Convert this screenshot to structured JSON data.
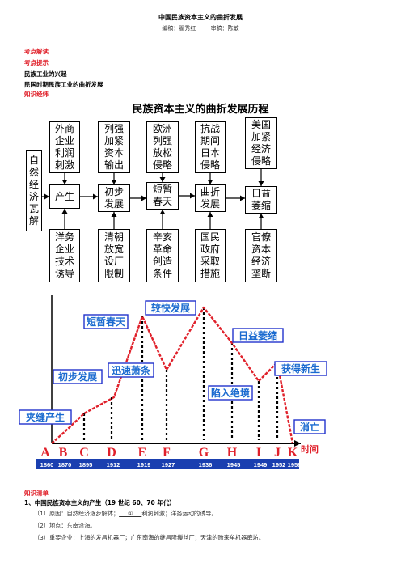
{
  "header": {
    "title": "中国民族资本主义的曲折发展",
    "editor": "编稿：翟秀红",
    "reviewer": "审稿：陈敏"
  },
  "labels": {
    "kaodian_jiedu": "考点解读",
    "kaodian_tishi": "考点提示",
    "topic_1": "民族工业的兴起",
    "topic_2": "民国时期民族工业的曲折发展",
    "zhishi_jingwei": "知识经纬"
  },
  "flowchart": {
    "title": "民族资本主义的曲折发展历程",
    "left_box": [
      "自",
      "然",
      "经",
      "济",
      "瓦",
      "解"
    ],
    "top_boxes": [
      [
        "外商",
        "企业",
        "利润",
        "刺激"
      ],
      [
        "列强",
        "加紧",
        "资本",
        "输出"
      ],
      [
        "欧洲",
        "列强",
        "放松",
        "侵略"
      ],
      [
        "抗战",
        "期间",
        "日本",
        "侵略"
      ],
      [
        "美国",
        "加紧",
        "经济",
        "侵略"
      ]
    ],
    "middle_boxes": [
      [
        "产生"
      ],
      [
        "初步",
        "发展"
      ],
      [
        "短暂",
        "春天"
      ],
      [
        "曲折",
        "发展"
      ],
      [
        "日益",
        "萎缩"
      ]
    ],
    "bottom_boxes": [
      [
        "洋务",
        "企业",
        "技术",
        "诱导"
      ],
      [
        "清朝",
        "放宽",
        "设厂",
        "限制"
      ],
      [
        "辛亥",
        "革命",
        "创造",
        "条件"
      ],
      [
        "国民",
        "政府",
        "采取",
        "措施"
      ],
      [
        "官僚",
        "资本",
        "经济",
        "垄断"
      ]
    ]
  },
  "chart_data": {
    "type": "line",
    "xlabel": "时间",
    "letters": [
      "A",
      "B",
      "C",
      "D",
      "E",
      "F",
      "G",
      "H",
      "I",
      "J",
      "K"
    ],
    "years": [
      "1860",
      "1870",
      "1895",
      "1912",
      "1919",
      "1927",
      "1936",
      "1945",
      "1949",
      "1952",
      "1956"
    ],
    "stages": [
      "夹缝产生",
      "初步发展",
      "迅速萧条",
      "短暂春天",
      "较快发展",
      "日益萎缩",
      "陷入绝境",
      "获得新生",
      "消亡"
    ],
    "line_color": "#e0202a",
    "label_color": "#1b6bd0",
    "timeline_color": "#1a3fb0"
  },
  "summary": {
    "title": "知识清单",
    "section_1": "1、中国民族资本主义的产生（19 世纪 60、70 年代）",
    "items": [
      {
        "prefix": "（1）原因：自然经济逐步解体；",
        "blank": "___①___",
        "suffix": "利润刺激；洋务运动的诱导。"
      },
      {
        "prefix": "（2）地点：东南沿海。",
        "blank": "",
        "suffix": ""
      },
      {
        "prefix": "（3）重要企业：上海的发昌机器厂；广东南海的继昌隆缫丝厂；天津的贻来牟机器磨坊。",
        "blank": "",
        "suffix": ""
      }
    ]
  }
}
